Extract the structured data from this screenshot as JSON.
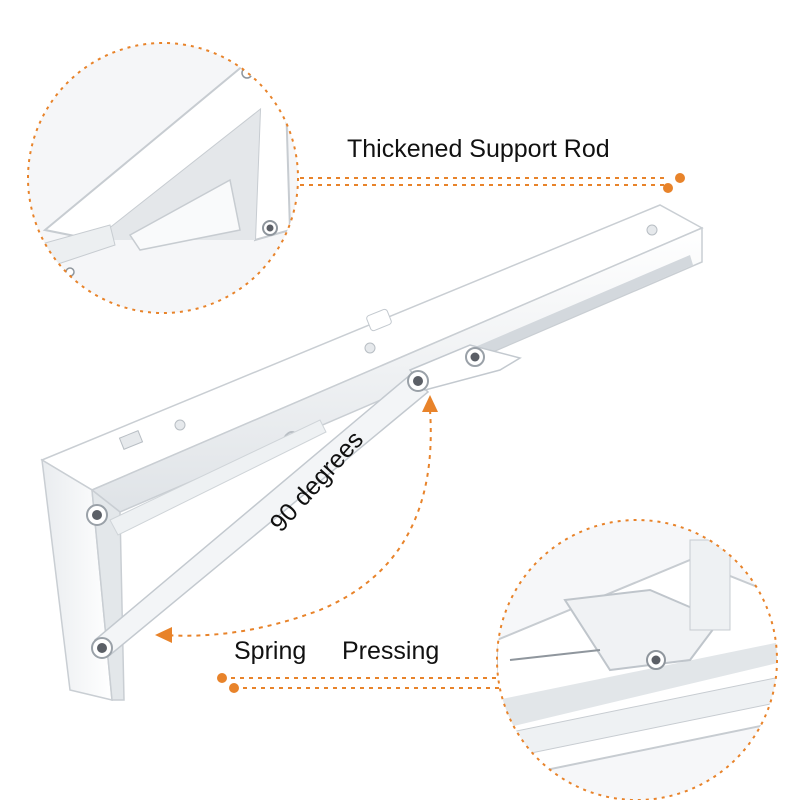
{
  "labels": {
    "support_rod": "Thickened Support Rod",
    "spring": "Spring",
    "pressing": "Pressing",
    "angle": "90 degrees"
  },
  "colors": {
    "accent_orange": "#e8832a",
    "bracket_white": "#f7f8fa",
    "bracket_shadow": "#d6dade",
    "screw_dark": "#5b5f66",
    "text": "#111111"
  },
  "icons": {
    "callout_dot": "orange-dot-icon",
    "arrow": "orange-arrow-icon"
  }
}
